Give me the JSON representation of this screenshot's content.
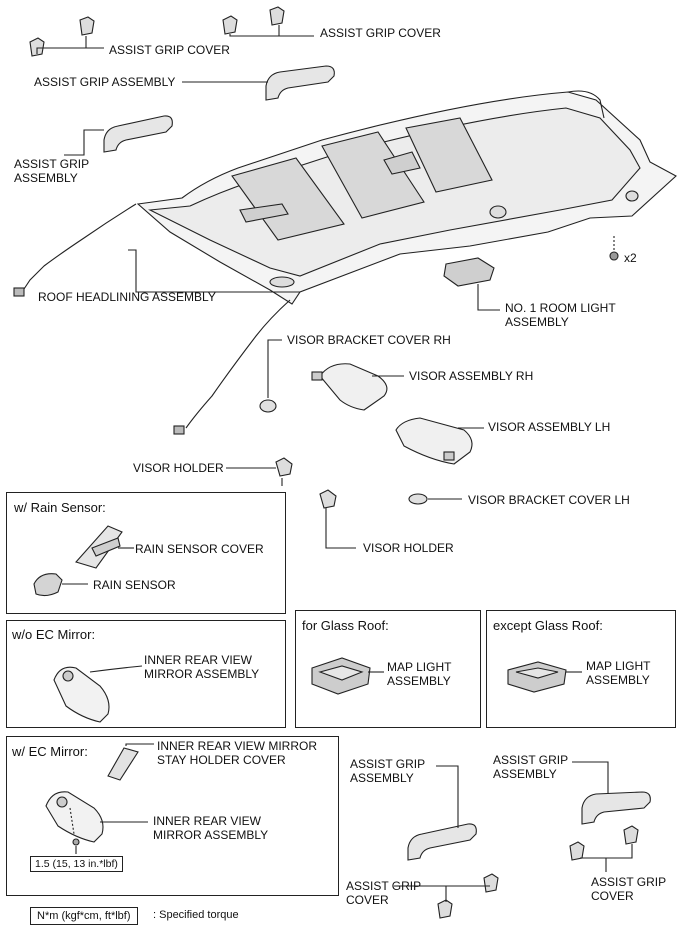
{
  "labels": {
    "assist_grip_cover_1": "ASSIST GRIP COVER",
    "assist_grip_cover_2": "ASSIST GRIP COVER",
    "assist_grip_assembly_top": "ASSIST GRIP ASSEMBLY",
    "assist_grip_assembly_left": "ASSIST GRIP\nASSEMBLY",
    "roof_headlining_assembly": "ROOF HEADLINING ASSEMBLY",
    "fastener_count": "x2",
    "no1_room_light_assembly": "NO. 1 ROOM LIGHT\nASSEMBLY",
    "visor_bracket_cover_rh": "VISOR BRACKET COVER RH",
    "visor_assembly_rh": "VISOR ASSEMBLY RH",
    "visor_assembly_lh": "VISOR ASSEMBLY LH",
    "visor_holder_left": "VISOR HOLDER",
    "visor_holder_center": "VISOR HOLDER",
    "visor_bracket_cover_lh": "VISOR BRACKET COVER LH"
  },
  "boxes": {
    "rain_sensor": {
      "title": "w/ Rain Sensor:",
      "rain_sensor_cover": "RAIN SENSOR COVER",
      "rain_sensor": "RAIN SENSOR"
    },
    "wo_ec_mirror": {
      "title": "w/o EC Mirror:",
      "inner_rear_view_mirror": "INNER REAR VIEW\nMIRROR ASSEMBLY"
    },
    "glass_roof": {
      "title": "for Glass Roof:",
      "map_light": "MAP LIGHT\nASSEMBLY"
    },
    "except_glass_roof": {
      "title": "except Glass Roof:",
      "map_light": "MAP LIGHT\nASSEMBLY"
    },
    "w_ec_mirror": {
      "title": "w/ EC Mirror:",
      "stay_holder_cover": "INNER REAR VIEW MIRROR\nSTAY HOLDER COVER",
      "inner_rear_view_mirror": "INNER REAR VIEW\nMIRROR ASSEMBLY",
      "torque": "1.5 (15, 13 in.*lbf)"
    }
  },
  "bottom_right": {
    "assist_grip_assembly_1": "ASSIST GRIP\nASSEMBLY",
    "assist_grip_assembly_2": "ASSIST GRIP\nASSEMBLY",
    "assist_grip_cover_1": "ASSIST GRIP\nCOVER",
    "assist_grip_cover_2": "ASSIST GRIP\nCOVER"
  },
  "legend": {
    "unit": "N*m (kgf*cm, ft*lbf)",
    "description": ": Specified torque"
  }
}
